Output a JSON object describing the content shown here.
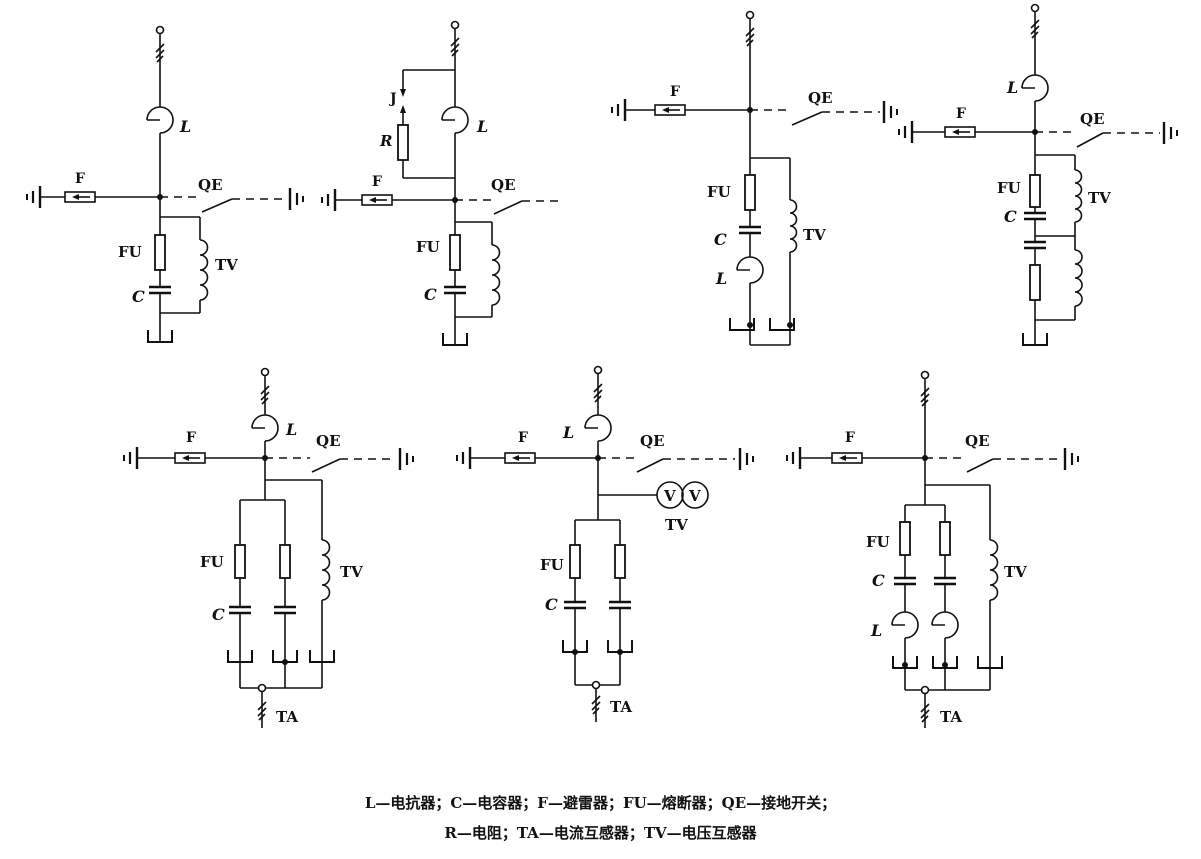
{
  "labels": {
    "L": "L",
    "C": "C",
    "F": "F",
    "FU": "FU",
    "QE": "QE",
    "TV": "TV",
    "J": "J",
    "R": "R",
    "TA": "TA",
    "V": "V"
  },
  "caption": {
    "line1": "L—电抗器；C—电容器；F—避雷器；FU—熔断器；QE—接地开关；",
    "line2": "R—电阻；TA—电流互感器；TV—电压互感器"
  }
}
